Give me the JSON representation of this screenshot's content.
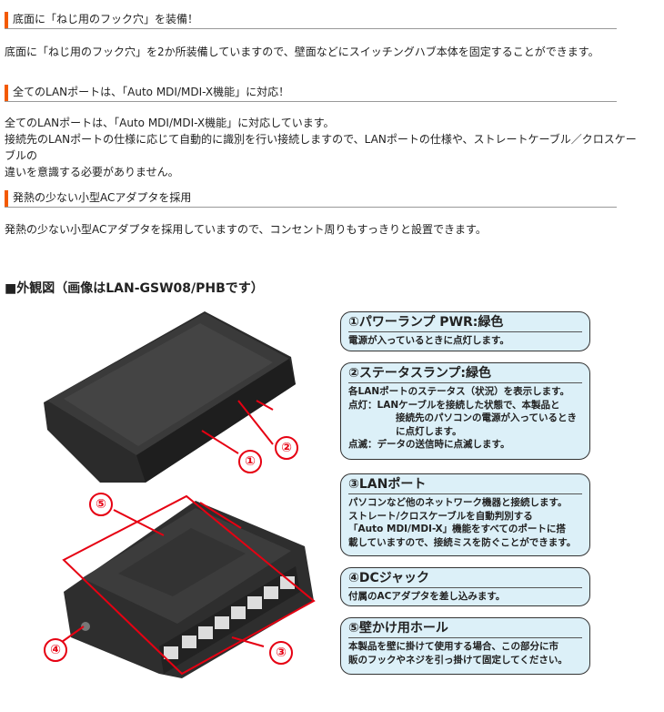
{
  "features": [
    {
      "heading": "底面に「ねじ用のフック穴」を装備！",
      "body": [
        "底面に「ねじ用のフック穴」を2か所装備していますので、壁面などにスイッチングハブ本体を固定することができます。"
      ]
    },
    {
      "heading": "全てのLANポートは、「Auto MDI/MDI-X機能」に対応！",
      "body": [
        "全てのLANポートは、「Auto MDI/MDI-X機能」に対応しています。",
        "接続先のLANポートの仕様に応じて自動的に識別を行い接続しますので、LANポートの仕様や、ストレートケーブル／クロスケーブルの",
        "違いを意識する必要がありません。"
      ]
    },
    {
      "heading": "発熱の少ない小型ACアダプタを採用",
      "body": [
        "発熱の少ない小型ACアダプタを採用していますので、コンセント周りもすっきりと設置できます。"
      ]
    }
  ],
  "exterior": {
    "title": "■外観図（画像はLAN-GSW08/PHBです）"
  },
  "callouts": [
    "①",
    "②",
    "③",
    "④",
    "⑤"
  ],
  "parts": [
    {
      "title": "①パワーランプ PWR:緑色",
      "lines": [
        "電源が入っているときに点灯します。"
      ]
    },
    {
      "title": "②ステータスランプ:緑色",
      "lines": [
        "各LANポートのステータス（状況）を表示します。",
        "点灯：LANケーブルを接続した状態で、本製品と",
        "接続先のパソコンの電源が入っているとき",
        "に点灯します。",
        "点滅：データの送信時に点滅します。"
      ]
    },
    {
      "title": "③LANポート",
      "lines": [
        "パソコンなど他のネットワーク機器と接続します。",
        "ストレート/クロスケーブルを自動判別する",
        "「Auto MDI/MDI-X」機能をすべてのポートに搭",
        "載していますので、接続ミスを防ぐことができます。"
      ]
    },
    {
      "title": "④DCジャック",
      "lines": [
        "付属のACアダプタを差し込みます。"
      ]
    },
    {
      "title": "⑤壁かけ用ホール",
      "lines": [
        "本製品を壁に掛けて使用する場合、この部分に市",
        "販のフックやネジを引っ掛けて固定してください。"
      ]
    }
  ],
  "colors": {
    "accent": "#f35a00",
    "callout": "#e60012",
    "box": "#dcf0f8"
  }
}
